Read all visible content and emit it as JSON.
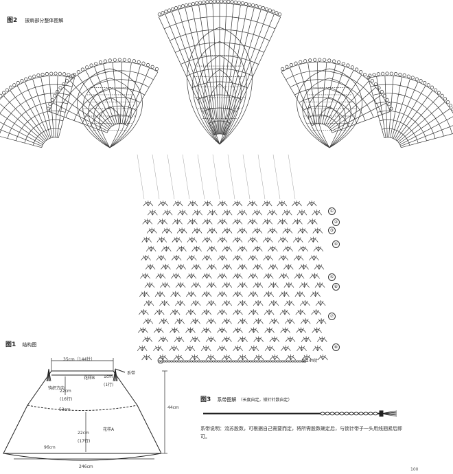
{
  "figure2": {
    "title": "图2",
    "subtitle": "披肩部分整体图解"
  },
  "figure1": {
    "title": "图1",
    "subtitle": "结构图",
    "labels": {
      "top_width": "35cm（144针）",
      "tie": "系带",
      "left_edge": "钩织方向",
      "edge_pattern": "花样B",
      "edge_height": "1cm",
      "edge_rows": "(1行)",
      "upper_height": "22cm",
      "upper_rows": "(16行)",
      "mid_width": "53cm",
      "lower_height": "22cm",
      "lower_rows": "(17行)",
      "lower_pattern": "花样A",
      "bottom_inner": "96cm",
      "bottom_outer": "246cm",
      "total_height": "44cm"
    }
  },
  "figure3": {
    "title": "图3",
    "subtitle": "系带图解",
    "subtitle_note": "（长度自定，锁针针数自定）",
    "note": "系带说明：流苏股数，可根据自己需要而定，将所需股数确定后，与锁针带子一头用线捆紧后即可。"
  },
  "markers": {
    "start_chain": "起144针",
    "row_numbers": [
      "①",
      "②",
      "③",
      "④",
      "⑤",
      "⑥",
      "⑦",
      "⑧"
    ]
  },
  "page_number": "100"
}
